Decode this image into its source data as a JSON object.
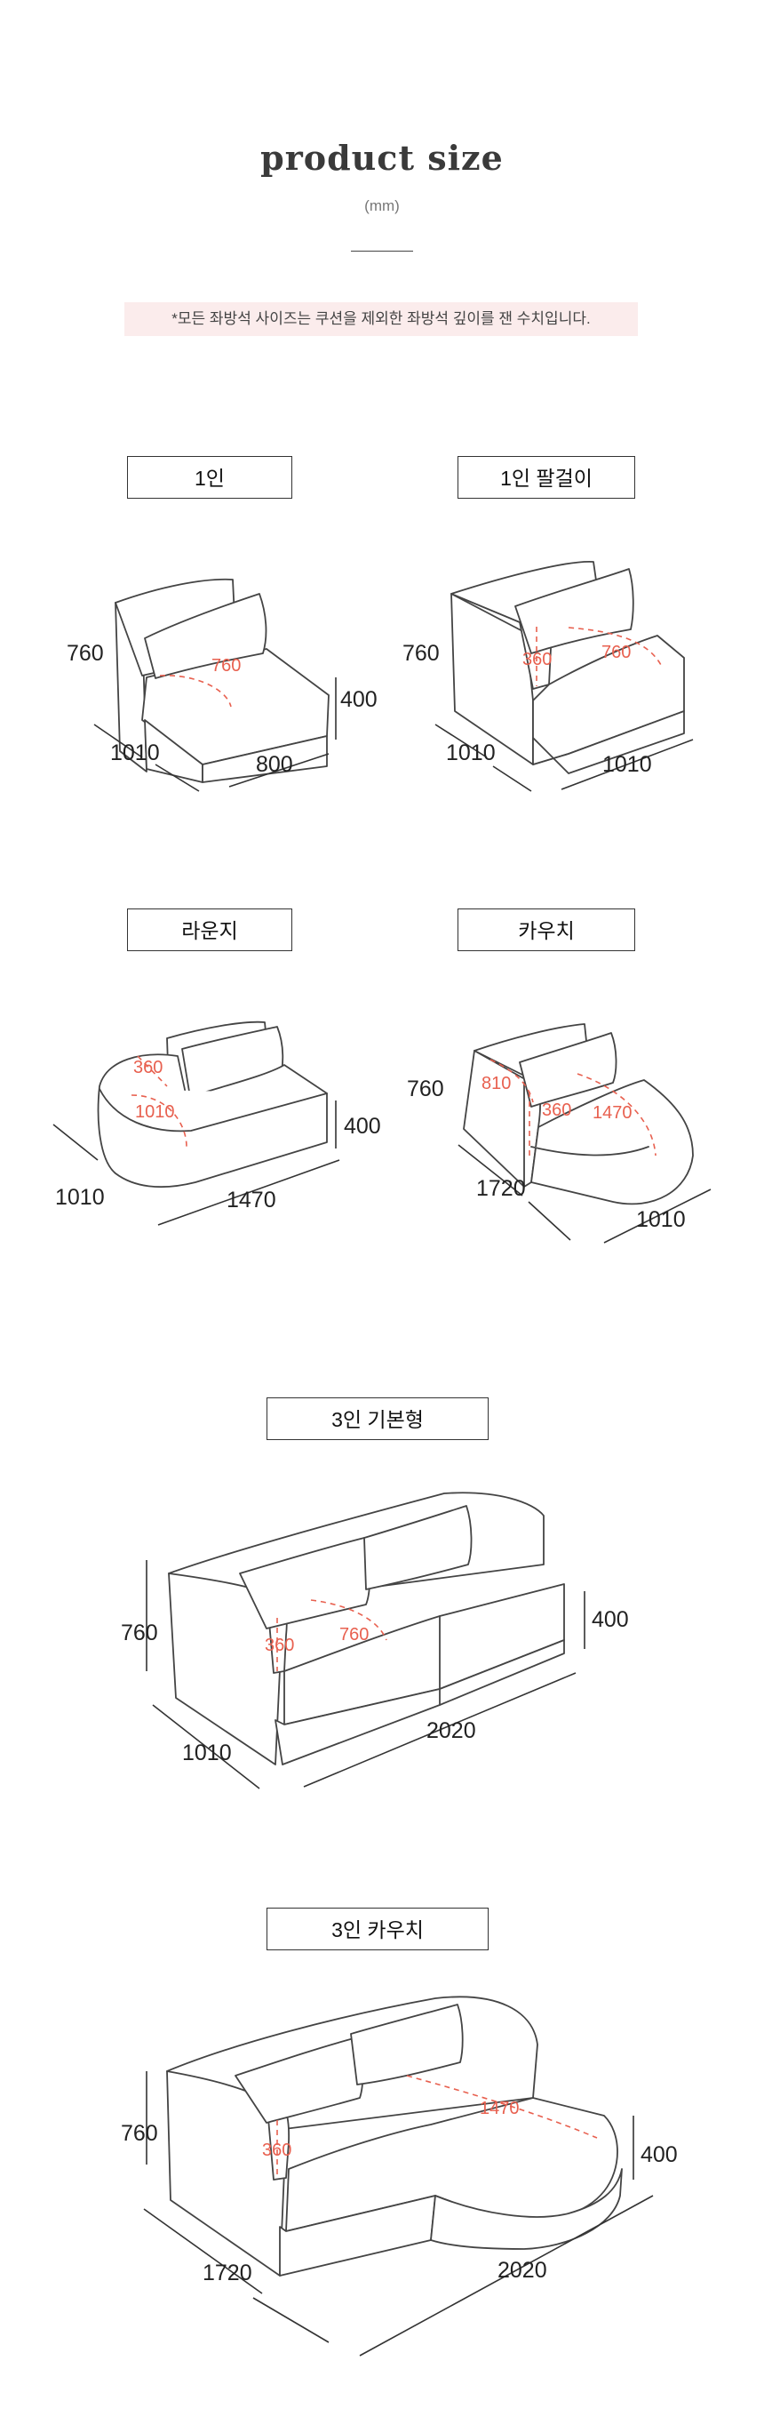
{
  "header": {
    "title": "product size",
    "unit": "(mm)"
  },
  "notice": "*모든 좌방석 사이즈는 쿠션을 제외한 좌방석 깊이를 잰 수치입니다.",
  "products": {
    "single": {
      "name": "1인",
      "height": "760",
      "seat_height": "400",
      "depth": "1010",
      "width": "800",
      "seat_depth": "760"
    },
    "single_arm": {
      "name": "1인 팔걸이",
      "height": "760",
      "arm": "360",
      "seat_depth": "760",
      "depth": "1010",
      "width": "1010"
    },
    "lounge": {
      "name": "라운지",
      "back": "360",
      "seat_depth": "1010",
      "seat_height": "400",
      "depth": "1010",
      "width": "1470"
    },
    "couch": {
      "name": "카우치",
      "height": "760",
      "arm_side": "810",
      "arm": "360",
      "seat_depth": "1470",
      "depth": "1720",
      "width": "1010"
    },
    "three_basic": {
      "name": "3인 기본형",
      "height": "760",
      "seat_height": "400",
      "arm": "360",
      "seat_depth": "760",
      "depth": "1010",
      "width": "2020"
    },
    "three_couch": {
      "name": "3인 카우치",
      "height": "760",
      "seat_height": "400",
      "arm": "360",
      "seat_depth": "1470",
      "depth": "1720",
      "width": "2020"
    }
  }
}
